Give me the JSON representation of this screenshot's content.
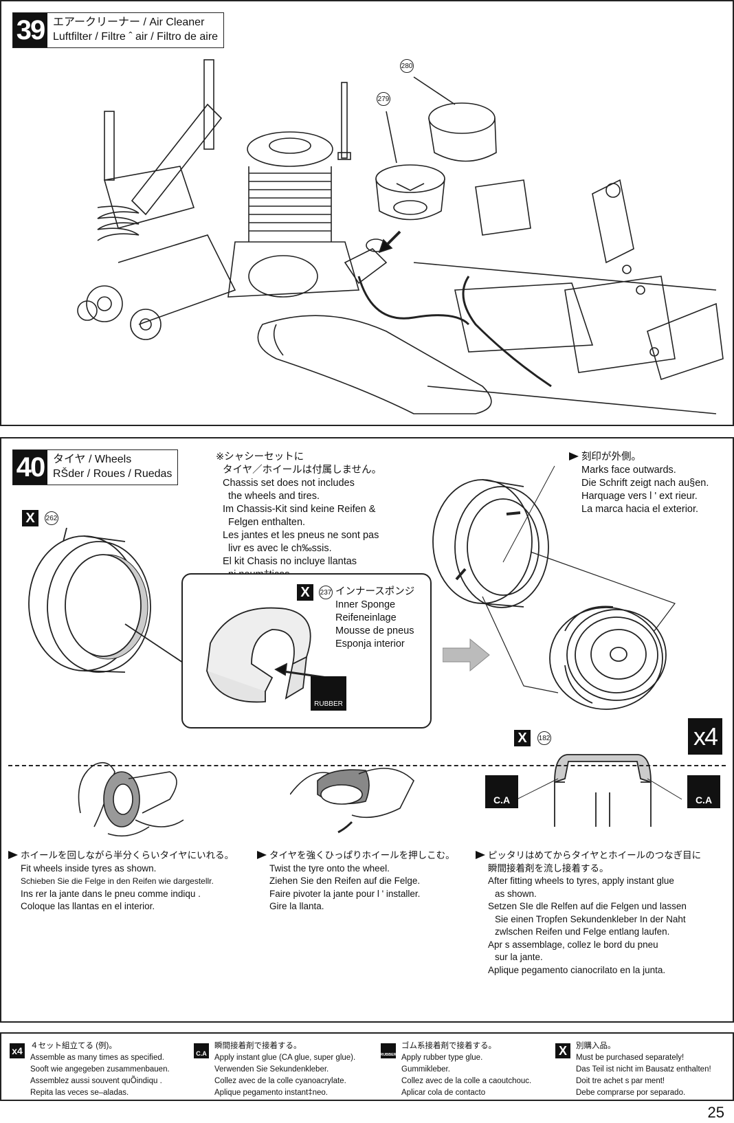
{
  "step39": {
    "number": "39",
    "title_line1": "エアークリーナー / Air Cleaner",
    "title_line2": "Luftfilter / Filtre ˆ air / Filtro de aire",
    "callouts": [
      "280",
      "279"
    ]
  },
  "step40": {
    "number": "40",
    "title_line1": "タイヤ / Wheels",
    "title_line2": "RŠder / Roues / Ruedas",
    "note": {
      "ja1": "※シャシーセットに",
      "ja2": "タイヤ／ホイールは付属しません。",
      "en1": "Chassis set does not includes",
      "en2": "the wheels and tires.",
      "de1": "Im Chassis-Kit sind keine Reifen &",
      "de2": "Felgen enthalten.",
      "fr1": "Les jantes et les pneus ne sont pas",
      "fr2": "livr es avec le ch‰ssis.",
      "es1": "El kit Chasis no incluye llantas",
      "es2": "ni neum‡ticos."
    },
    "marks": {
      "ja": "刻印が外側。",
      "en": "Marks face outwards.",
      "de": "Die Schrift zeigt nach au§en.",
      "fr": "Harquage vers l ' ext rieur.",
      "es": "La marca hacia el exterior."
    },
    "sponge": {
      "ja": "インナースポンジ",
      "en": "Inner Sponge",
      "de": "Reifeneinlage",
      "fr": "Mousse de pneus",
      "es": "Esponja interior"
    },
    "callouts": [
      "262",
      "237",
      "182"
    ],
    "x_mark": "X",
    "rubber_label": "RUBBER",
    "ca_label": "C.A",
    "x4_label": "x4",
    "instructions": {
      "a": {
        "ja": "ホイールを回しながら半分くらいタイヤにいれる。",
        "en": "Fit wheels inside tyres as shown.",
        "de": "Schieben Sie die Felge in den Reifen wie dargestellr.",
        "fr": "Ins rer la jante dans le pneu comme indiqu .",
        "es": "Coloque las llantas en el interior."
      },
      "b": {
        "ja": "タイヤを強くひっぱりホイールを押しこむ。",
        "en": "Twist the tyre onto the wheel.",
        "de": "Ziehen Sie den Reifen auf die Felge.",
        "fr": "Faire pivoter la jante pour l ' installer.",
        "es": "Gire la llanta."
      },
      "c": {
        "ja1": "ピッタリはめてからタイヤとホイールのつなぎ目に",
        "ja2": "瞬間接着剤を流し接着する。",
        "en1": "After fitting wheels to tyres, apply instant glue",
        "en2": "as shown.",
        "de1": "Setzen SIe dle Relfen auf die Felgen und lassen",
        "de2": "Sie einen Tropfen Sekundenkleber In der Naht",
        "de3": "zwlschen Reifen und Felge entlang laufen.",
        "fr1": "Apr s assemblage, collez le bord du pneu",
        "fr2": "sur la jante.",
        "es": "Aplique pegamento cianocrilato en la junta."
      }
    }
  },
  "legend": {
    "x4": {
      "icon": "x4",
      "ja": "４セット組立てる (例)。",
      "en": "Assemble as many times as specified.",
      "de": "Sooft wie angegeben zusammenbauen.",
      "fr": "Assemblez aussi souvent quÕindiqu .",
      "es": "Repita las veces se–aladas."
    },
    "ca": {
      "icon": "C.A",
      "ja": "瞬間接着剤で接着する。",
      "en": "Apply instant glue (CA glue, super glue).",
      "de": "Verwenden Sie Sekundenkleber.",
      "fr": "Collez avec de la colle cyanoacrylate.",
      "es": "Aplique pegamento instant‡neo."
    },
    "rubber": {
      "icon": "RUBBER",
      "ja": "ゴム系接着剤で接着する。",
      "en": "Apply rubber type glue.",
      "de": "Gummikleber.",
      "fr": "Collez avec de la colle a caoutchouc.",
      "es": "Aplicar cola de contacto"
    },
    "x": {
      "icon": "X",
      "ja": "別購入品。",
      "en": "Must be purchased separately!",
      "de": "Das Teil ist nicht im Bausatz enthalten!",
      "fr": "Doit  tre achet  s par ment!",
      "es": "Debe comprarse por separado."
    }
  },
  "page_number": "25"
}
